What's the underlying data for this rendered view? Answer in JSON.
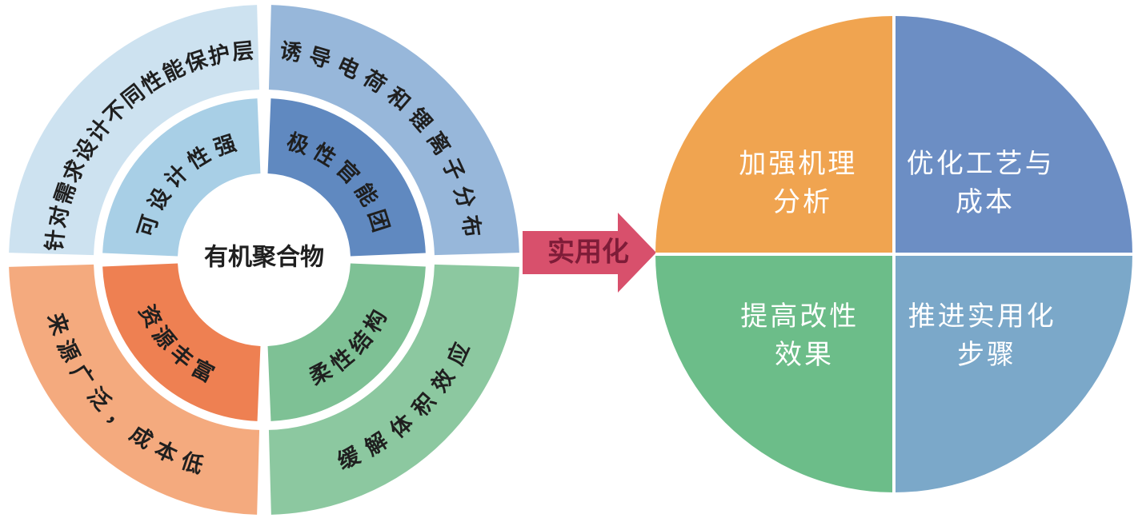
{
  "donut": {
    "center_label": "有机聚合物",
    "text_color": "#1f1f1f",
    "inner_ring": [
      {
        "id": "top-left",
        "label": "可设计性强",
        "color": "#a8cfe6"
      },
      {
        "id": "top-right",
        "label": "极性官能团",
        "color": "#6089c0"
      },
      {
        "id": "bottom-left",
        "label": "资源丰富",
        "color": "#ee8052"
      },
      {
        "id": "bottom-right",
        "label": "柔性结构",
        "color": "#7ec195"
      }
    ],
    "outer_ring": [
      {
        "id": "top-left",
        "label": "针对需求设计不同性能保护层",
        "color": "#cde2f0"
      },
      {
        "id": "top-right",
        "label": "诱导电荷和锂离子分布",
        "color": "#97b7da"
      },
      {
        "id": "bottom-left",
        "label": "来源广泛，成本低",
        "color": "#f4aa7e"
      },
      {
        "id": "bottom-right",
        "label": "缓解体积效应",
        "color": "#8cc8a0"
      }
    ]
  },
  "arrow": {
    "label": "实用化",
    "color": "#d8506c",
    "text_color": "#7e1c38"
  },
  "pie": {
    "text_color": "#ffffff",
    "quadrants": [
      {
        "id": "top-left",
        "line1": "加强机理",
        "line2": "分析",
        "color": "#f0a450"
      },
      {
        "id": "top-right",
        "line1": "优化工艺与",
        "line2": "成本",
        "color": "#6c8ec4"
      },
      {
        "id": "bottom-left",
        "line1": "提高改性",
        "line2": "效果",
        "color": "#6cbd89"
      },
      {
        "id": "bottom-right",
        "line1": "推进实用化",
        "line2": "步骤",
        "color": "#7ba8c9"
      }
    ]
  }
}
